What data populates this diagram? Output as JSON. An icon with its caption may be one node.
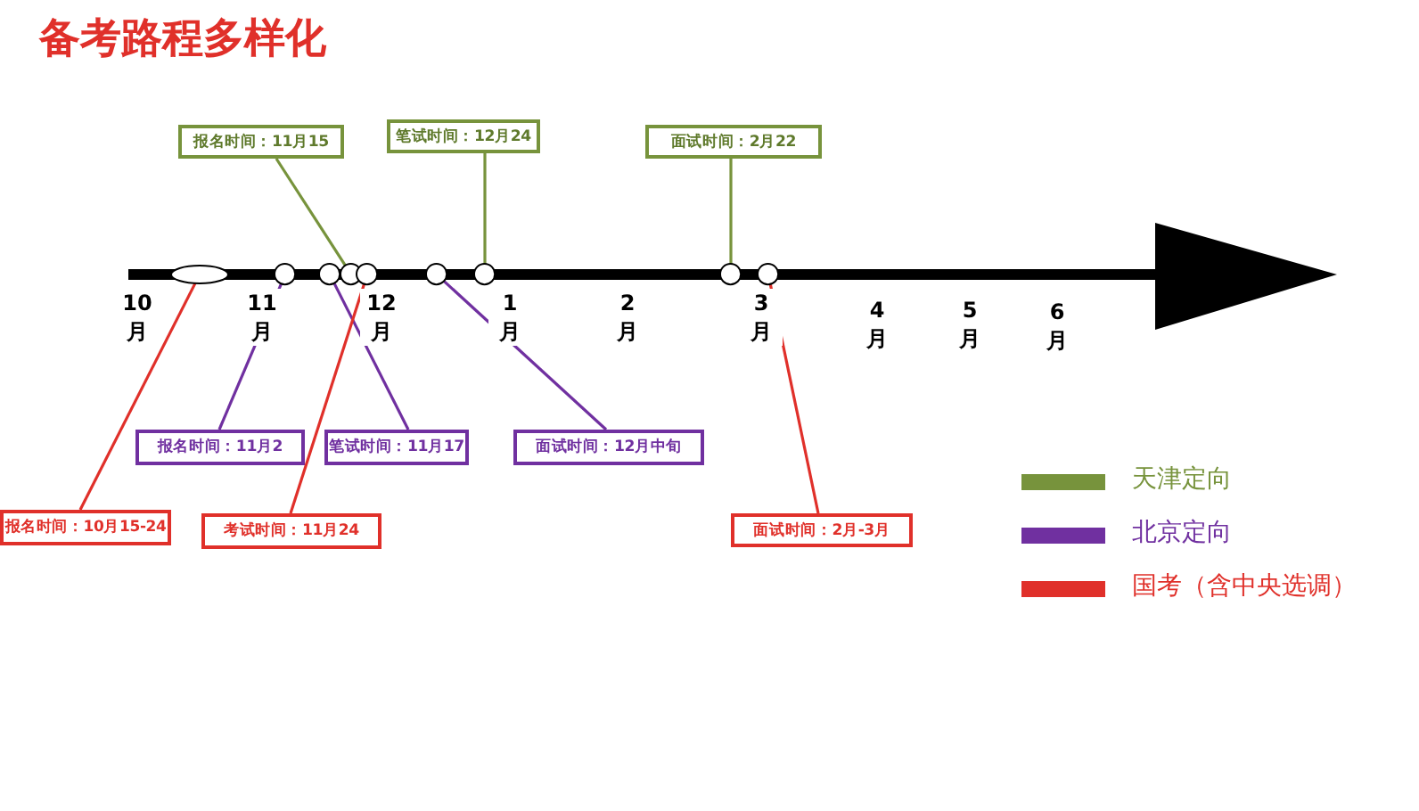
{
  "diagram": {
    "title": "备考路程多样化",
    "nodes": [
      {
        "text": [
          "报名时间：11月15"
        ]
      },
      {
        "text": [
          "笔试时间：12月24"
        ]
      },
      {
        "text": [
          "面试时间：2月22"
        ]
      },
      {
        "text": [],
        "shape": "ellipse"
      },
      {
        "text": [],
        "shape": "circle"
      },
      {
        "text": [],
        "shape": "circle"
      },
      {
        "text": [],
        "shape": "circle"
      },
      {
        "text": [],
        "shape": "circle"
      },
      {
        "text": [],
        "shape": "circle"
      },
      {
        "text": [],
        "shape": "circle"
      },
      {
        "text": [],
        "shape": "circle"
      },
      {
        "text": [],
        "shape": "circle"
      },
      {
        "text": [
          "报名时间：11月2"
        ]
      },
      {
        "text": [
          "笔试时间：11月17"
        ]
      },
      {
        "text": [
          "面试时间：12月中旬"
        ]
      },
      {
        "text": [
          "报名时间：10月15-24"
        ]
      },
      {
        "text": [
          "考试时间：11月24"
        ]
      },
      {
        "text": [
          "面试时间：2月-3月"
        ]
      }
    ],
    "edges": [
      {
        "from": 0,
        "to": 6,
        "arrow": "none",
        "color": "#77933c"
      },
      {
        "from": 1,
        "to": 9,
        "arrow": "none",
        "color": "#77933c"
      },
      {
        "from": 2,
        "to": 10,
        "arrow": "none",
        "color": "#77933c"
      },
      {
        "from": 12,
        "to": 4,
        "arrow": "none",
        "color": "#7030a0"
      },
      {
        "from": 13,
        "to": 5,
        "arrow": "none",
        "color": "#7030a0"
      },
      {
        "from": 14,
        "to": 8,
        "arrow": "none",
        "color": "#7030a0"
      },
      {
        "from": 15,
        "to": 3,
        "arrow": "none",
        "color": "#e0302a"
      },
      {
        "from": 16,
        "to": 7,
        "arrow": "none",
        "color": "#e0302a"
      },
      {
        "from": 17,
        "to": 11,
        "arrow": "none",
        "color": "#e0302a"
      }
    ],
    "labels": [
      "10月",
      "11月",
      "12月",
      "1月",
      "2月",
      "3月",
      "4月",
      "5月",
      "6月"
    ],
    "legend": [
      {
        "text": "天津定向",
        "color": "#77933c"
      },
      {
        "text": "北京定向",
        "color": "#7030a0"
      },
      {
        "text": "国考（含中央选调）",
        "color": "#e0302a"
      }
    ]
  }
}
